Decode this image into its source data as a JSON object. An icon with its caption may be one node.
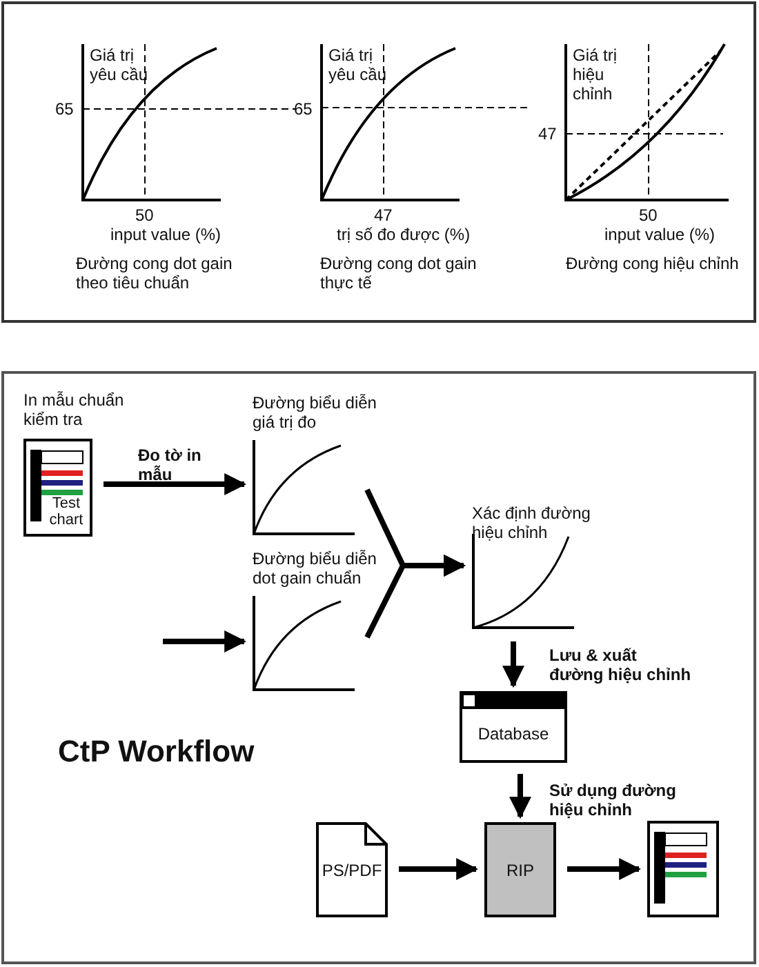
{
  "diagram": {
    "title": "CtP Workflow",
    "nodes": [
      {
        "text": [
          "In mẫu chuẩn kiểm tra",
          "Test chart"
        ]
      },
      {
        "text": [
          "Đường biểu diễn giá trị đo"
        ]
      },
      {
        "text": [
          "Đường biểu diễn dot gain chuẩn"
        ]
      },
      {
        "text": [
          "Xác định đường hiệu chỉnh"
        ]
      },
      {
        "text": [
          "Database"
        ]
      },
      {
        "text": [
          "PS/PDF"
        ]
      },
      {
        "text": [
          "RIP"
        ]
      },
      {
        "text": [],
        "shape": "box"
      }
    ],
    "edges": [
      {
        "from": 0,
        "to": 1,
        "arrow": "to",
        "label": "Đo tờ in mẫu"
      },
      {
        "from": null,
        "to": 2,
        "arrow": "to"
      },
      {
        "from": 1,
        "to": 3,
        "arrow": "to"
      },
      {
        "from": 2,
        "to": 3,
        "arrow": "to"
      },
      {
        "from": 3,
        "to": 4,
        "arrow": "to",
        "label": "Lưu & xuất đường hiệu chỉnh"
      },
      {
        "from": 4,
        "to": 6,
        "arrow": "to",
        "label": "Sử dụng đường hiệu chỉnh"
      },
      {
        "from": 5,
        "to": 6,
        "arrow": "to"
      },
      {
        "from": 6,
        "to": 7,
        "arrow": "to"
      }
    ],
    "labels": [
      "Giá trị yêu cầu",
      "65",
      "50",
      "input value (%)",
      "Đường cong dot gain theo tiêu chuẩn",
      "Giá trị yêu cầu",
      "65",
      "47",
      "trị số đo được (%)",
      "Đường cong dot gain thực tế",
      "Giá trị hiệu chỉnh",
      "47",
      "50",
      "input value (%)",
      "Đường cong hiệu chỉnh"
    ]
  }
}
